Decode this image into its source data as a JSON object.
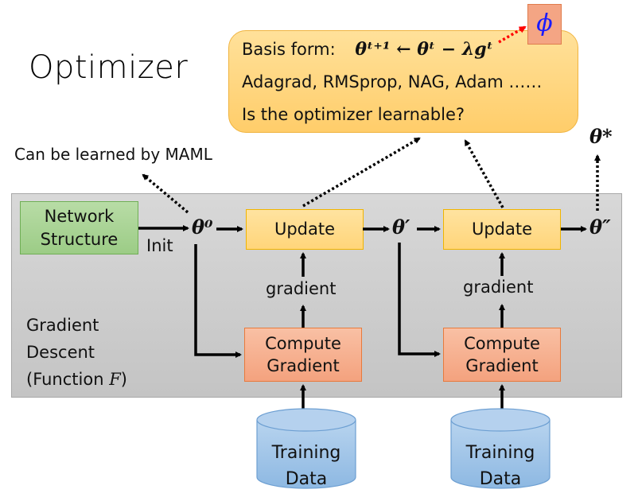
{
  "title": "Optimizer",
  "callout": {
    "basis_label": "Basis form:",
    "formula": "θᵗ⁺¹ ← θᵗ − λgᵗ",
    "optimizers": "Adagrad, RMSprop, NAG, Adam ……",
    "question": "Is the optimizer learnable?"
  },
  "phi_label": "ϕ",
  "maml_note": "Can be learned by MAML",
  "network_structure": "Network Structure",
  "init_label": "Init",
  "theta0": "θ⁰",
  "theta_prime": "θ′",
  "theta_double_prime": "θ″",
  "theta_star": "θ*",
  "update_label": "Update",
  "gradient_label": "gradient",
  "compute_gradient": "Compute Gradient",
  "description": [
    "Gradient",
    "Descent",
    "(Function F)"
  ],
  "training_data": "Training Data",
  "colors": {
    "callout": "#ffd57a",
    "network": "#a9d18e",
    "update": "#ffd966",
    "compute": "#f4b183",
    "cylinder": "#9dc3e6",
    "panel": "#d0d0d0",
    "red_arrow": "#ff0000"
  }
}
